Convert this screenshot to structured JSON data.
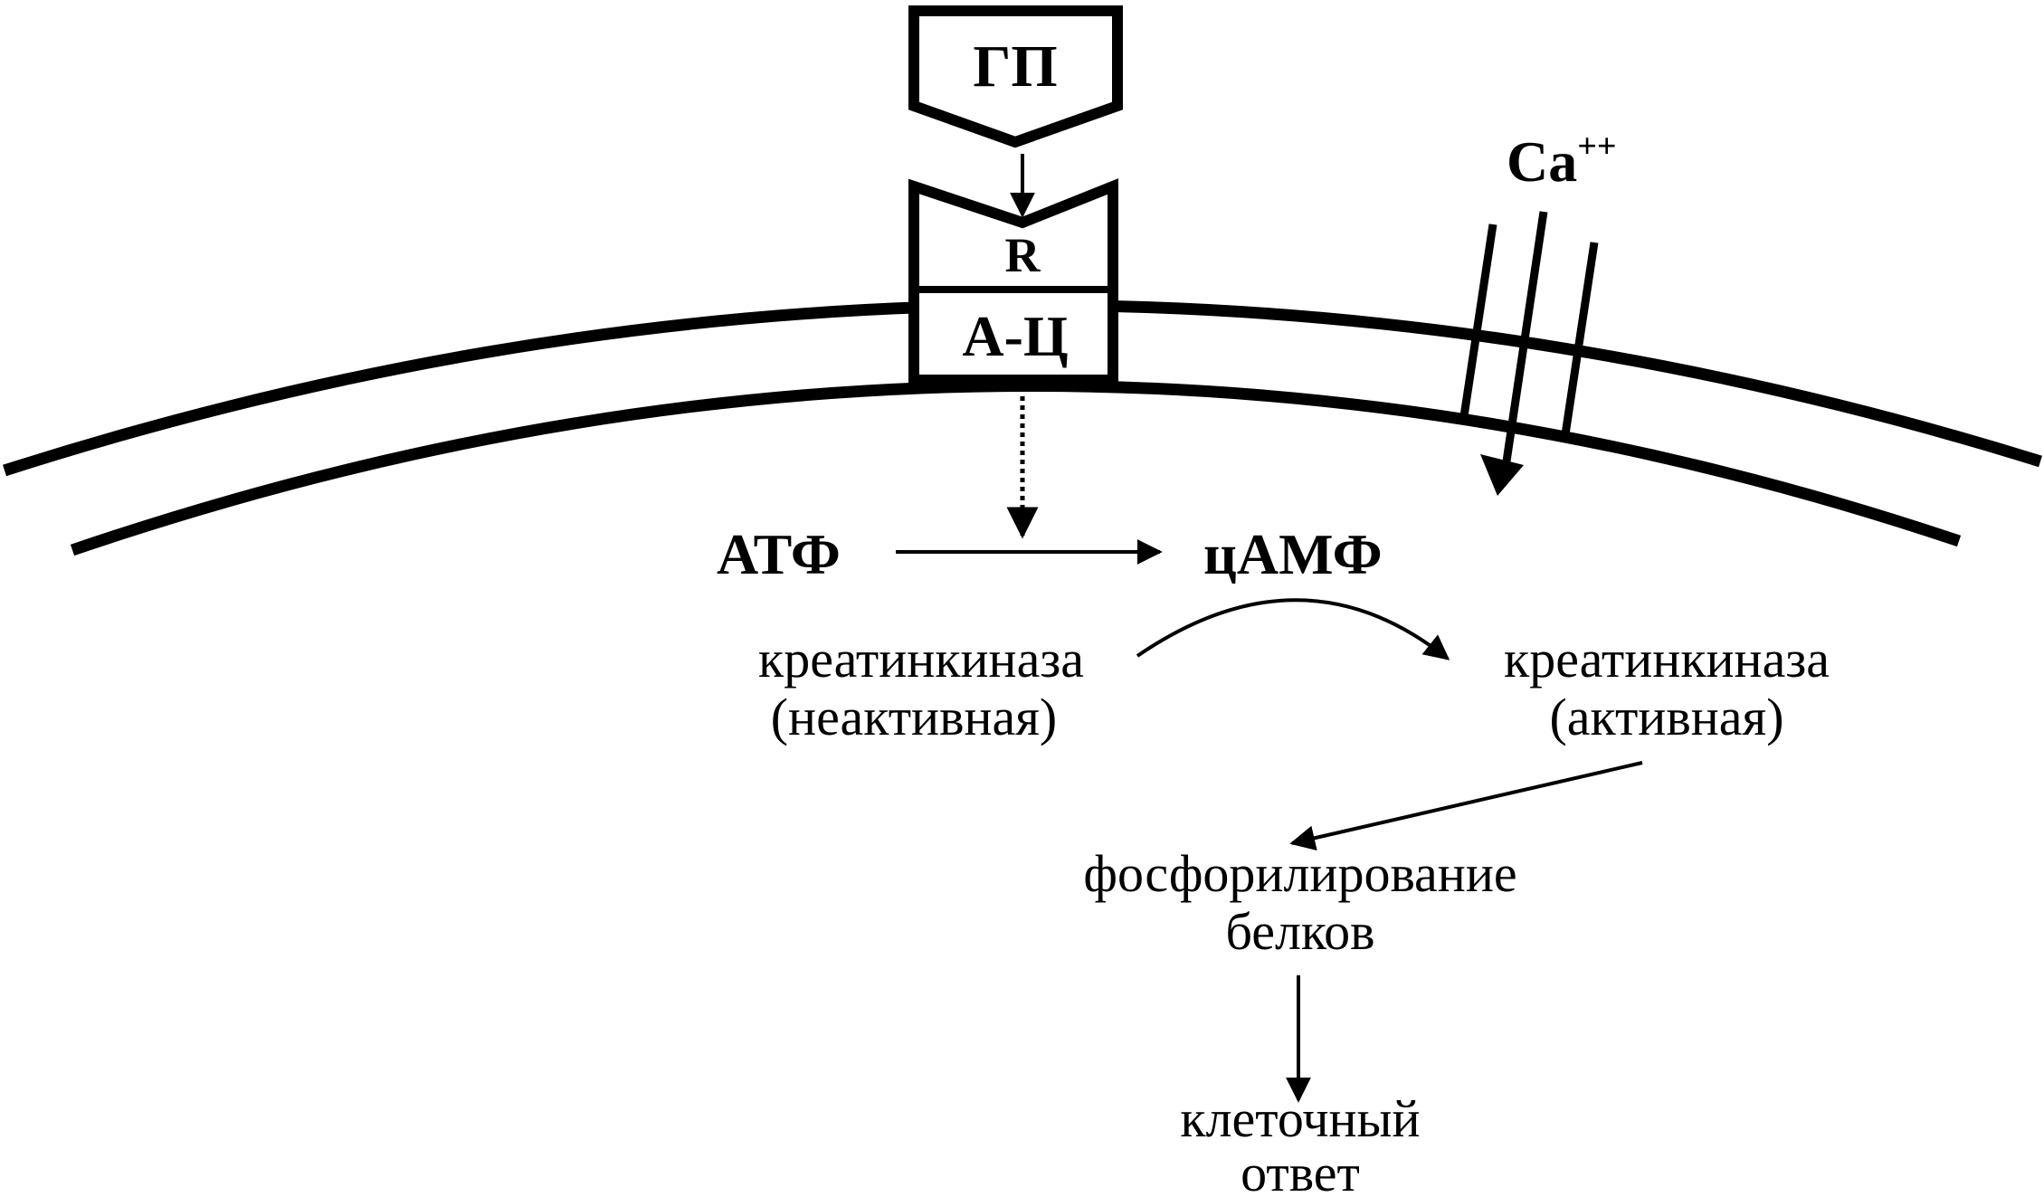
{
  "labels": {
    "hormone": "ГП",
    "receptor": "R",
    "adenylate_cyclase": "А-Ц",
    "calcium_base": "Ca",
    "calcium_charge": "++",
    "atp": "АТФ",
    "camp": "цАМФ",
    "kinase_inactive_line1": "креатинкиназа",
    "kinase_inactive_line2": "(неактивная)",
    "kinase_active_line1": "креатинкиназа",
    "kinase_active_line2": "(активная)",
    "phosphorylation_line1": "фосфорилирование",
    "phosphorylation_line2": "белков",
    "response_line1": "клеточный",
    "response_line2": "ответ"
  }
}
